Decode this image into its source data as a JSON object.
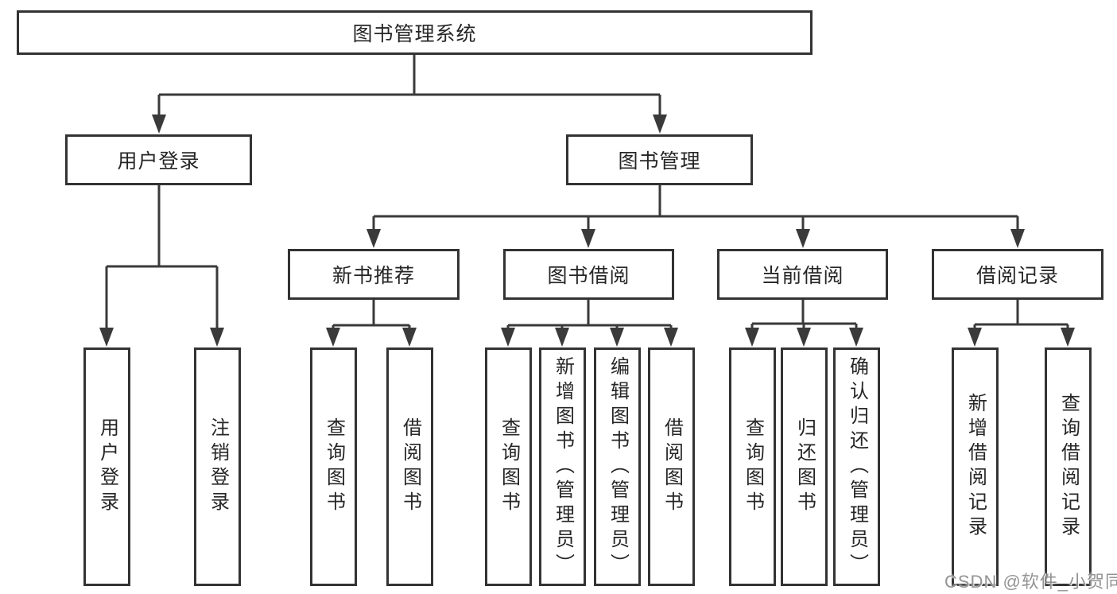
{
  "tree": {
    "label": "图书管理系统",
    "children": [
      {
        "label": "用户登录",
        "children": [
          {
            "label": "用户登录"
          },
          {
            "label": "注销登录"
          }
        ]
      },
      {
        "label": "图书管理",
        "children": [
          {
            "label": "新书推荐",
            "children": [
              {
                "label": "查询图书"
              },
              {
                "label": "借阅图书"
              }
            ]
          },
          {
            "label": "图书借阅",
            "children": [
              {
                "label": "查询图书"
              },
              {
                "label": "新增图书（管理员）"
              },
              {
                "label": "编辑图书（管理员）"
              },
              {
                "label": "借阅图书"
              }
            ]
          },
          {
            "label": "当前借阅",
            "children": [
              {
                "label": "查询图书"
              },
              {
                "label": "归还图书"
              },
              {
                "label": "确认归还（管理员）"
              }
            ]
          },
          {
            "label": "借阅记录",
            "children": [
              {
                "label": "新增借阅记录"
              },
              {
                "label": "查询借阅记录"
              }
            ]
          }
        ]
      }
    ]
  },
  "watermark": "CSDN @软件_小贺同学",
  "colors": {
    "line": "#3a3a3a",
    "border": "#333333",
    "text": "#262626",
    "background": "#ffffff",
    "watermark": "#949494"
  }
}
